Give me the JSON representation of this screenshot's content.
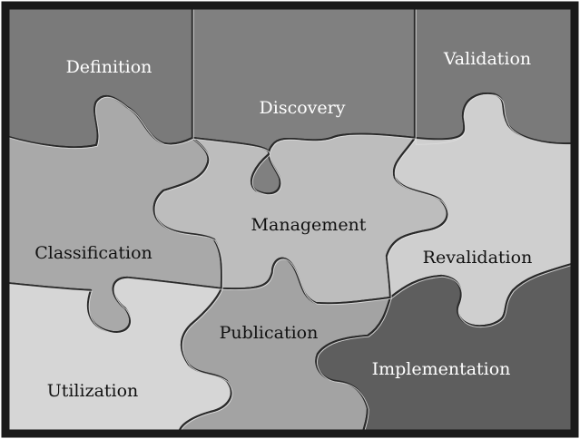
{
  "pieces": [
    {
      "id": "definition",
      "label": "Definition",
      "color": "#7a7a7a",
      "text_color": "#ffffff"
    },
    {
      "id": "discovery",
      "label": "Discovery",
      "color": "#808080",
      "text_color": "#ffffff"
    },
    {
      "id": "validation",
      "label": "Validation",
      "color": "#7a7a7a",
      "text_color": "#ffffff"
    },
    {
      "id": "classification",
      "label": "Classification",
      "color": "#a9a9a9",
      "text_color": "#111111"
    },
    {
      "id": "management",
      "label": "Management",
      "color": "#bdbdbd",
      "text_color": "#111111"
    },
    {
      "id": "revalidation",
      "label": "Revalidation",
      "color": "#cfcfcf",
      "text_color": "#111111"
    },
    {
      "id": "utilization",
      "label": "Utilization",
      "color": "#d6d6d6",
      "text_color": "#111111"
    },
    {
      "id": "publication",
      "label": "Publication",
      "color": "#a3a3a3",
      "text_color": "#111111"
    },
    {
      "id": "implementation",
      "label": "Implementation",
      "color": "#5e5e5e",
      "text_color": "#ffffff"
    }
  ],
  "colors": {
    "frame": "#1a1a1a",
    "seam_dark": "#2a2a2a",
    "seam_light": "#e6e6e6"
  }
}
